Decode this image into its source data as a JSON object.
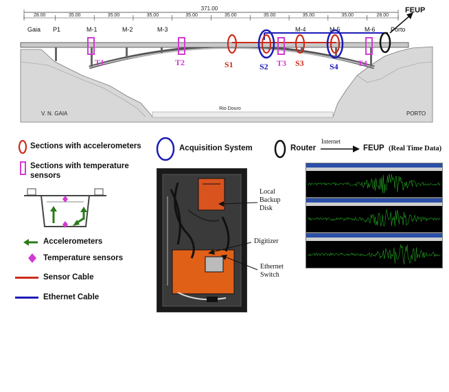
{
  "bridge": {
    "total_span": "371.00",
    "spans": [
      "28.00",
      "35.00",
      "35.00",
      "35.00",
      "35.00",
      "35.00",
      "35.00",
      "35.00",
      "35.00",
      "28.00"
    ],
    "supports": [
      "Gaia",
      "P1",
      "M-1",
      "M-2",
      "M-3",
      "M-4",
      "M-5",
      "M-6",
      "Porto"
    ],
    "sections_temperature": [
      "T1",
      "T2",
      "T3",
      "T4"
    ],
    "sections_accelerometer": [
      "S1",
      "S2",
      "S3",
      "S4"
    ],
    "left_bank": "V. N. GAIA",
    "river": "Rio Douro",
    "right_bank": "PORTO",
    "destination": "FEUP"
  },
  "legend": {
    "accelerometers_sections": "Sections with accelerometers",
    "temperature_sections_line1": "Sections with temperature",
    "temperature_sections_line2": "sensors",
    "acquisition": "Acquisition System",
    "router": "Router",
    "internet": "Internet",
    "feup": "FEUP",
    "realtime": "(Real Time Data)",
    "accelerometers": "Accelerometers",
    "temperature_sensors": "Temperature sensors",
    "sensor_cable": "Sensor Cable",
    "ethernet_cable": "Ethernet Cable"
  },
  "photo_labels": {
    "backup_line1": "Local",
    "backup_line2": "Backup",
    "backup_line3": "Disk",
    "digitizer": "Digitizer",
    "switch_line1": "Ethernet",
    "switch_line2": "Switch"
  },
  "colors": {
    "accelerometer_ring": "#cc2a1a",
    "acquisition_ring": "#1a1ab8",
    "temperature_box": "#d23ad2",
    "arrow_green": "#2a7a1a",
    "sensor_cable": "#cc2a1a",
    "ethernet_cable": "#1a1ab8",
    "signal_green": "#22aa22"
  }
}
